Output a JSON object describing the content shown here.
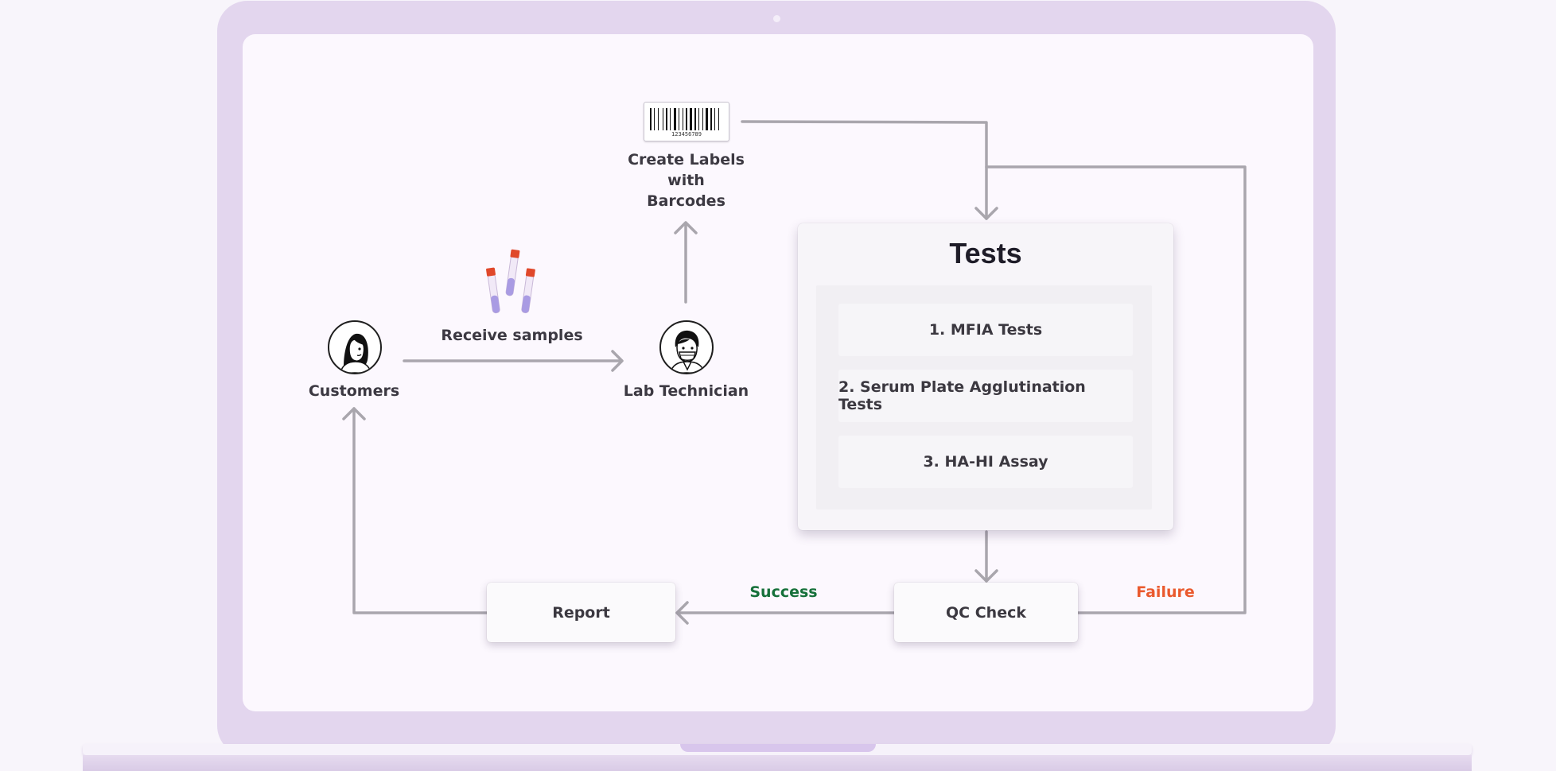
{
  "nodes": {
    "customers": "Customers",
    "receive_samples": "Receive samples",
    "lab_technician": "Lab Technician",
    "create_labels": [
      "Create Labels",
      "with",
      "Barcodes"
    ],
    "barcode_number": "123456789",
    "tests_title": "Tests",
    "tests": [
      "1. MFIA Tests",
      "2. Serum Plate Agglutination Tests",
      "3. HA-HI Assay"
    ],
    "qc_check": "QC Check",
    "report": "Report"
  },
  "edges": {
    "success": "Success",
    "failure": "Failure"
  },
  "colors": {
    "laptop": "#e3d6ee",
    "screen": "#fcf8fe",
    "arrow": "#a9a6ad",
    "success": "#16713a",
    "failure": "#ea5a2e",
    "tube_cap": "#e0482a",
    "tube_liquid": "#a99be3"
  },
  "icons": [
    "customer-avatar-icon",
    "lab-technician-avatar-icon",
    "sample-tubes-icon",
    "barcode-icon"
  ]
}
